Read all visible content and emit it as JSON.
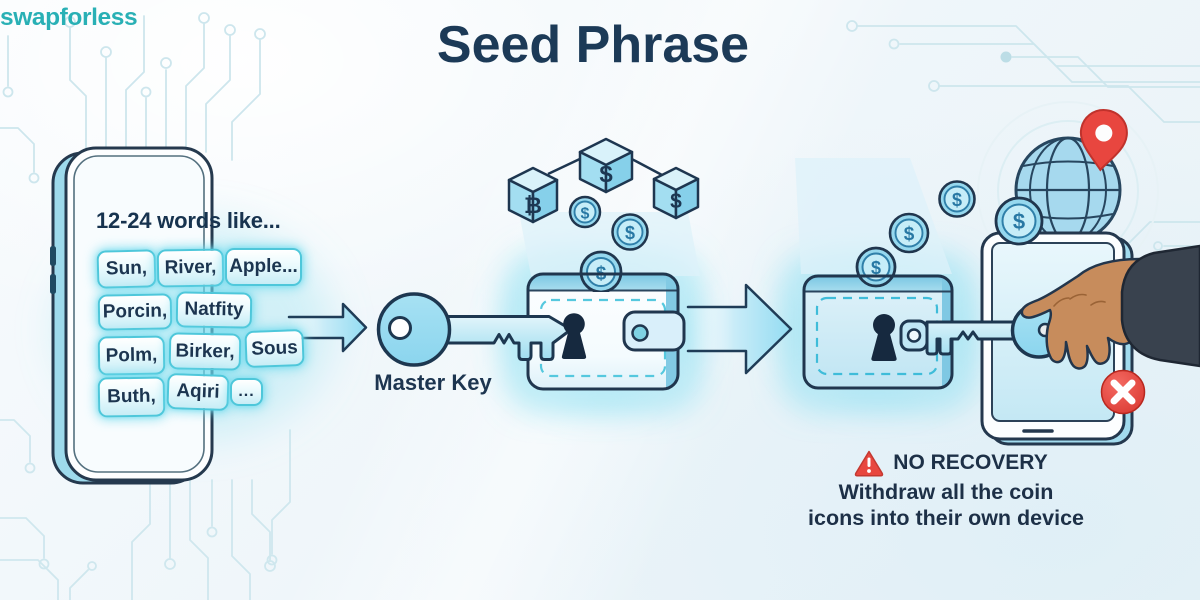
{
  "brand": {
    "logo": "swapforless"
  },
  "title": "Seed Phrase",
  "seed_words": {
    "heading": "12-24 words like...",
    "chips": [
      "Sun,",
      "River,",
      "Apple...",
      "Porcin,",
      "Natfity",
      "Polm,",
      "Birker,",
      "Sous",
      "Buth,",
      "Aqiri",
      "..."
    ]
  },
  "master_key": {
    "label": "Master Key"
  },
  "symbols": {
    "dollar": "$",
    "bitcoin": "₿"
  },
  "warning": {
    "title": "NO RECOVERY",
    "line1": "Withdraw all the coin",
    "line2": "icons into their own device"
  },
  "icons": [
    "warning-triangle",
    "error-x",
    "location-pin",
    "globe",
    "keyhole",
    "master-key",
    "wallet",
    "coin",
    "bitcoin-cube",
    "dollar-cube",
    "smartphone",
    "tablet",
    "hand-holding-key",
    "flow-arrow",
    "circuit-pattern"
  ],
  "colors": {
    "brand_teal": "#2bb2b7",
    "navy": "#1c3a57",
    "light_blue": "#9edff2",
    "alert_red": "#e8463f"
  }
}
